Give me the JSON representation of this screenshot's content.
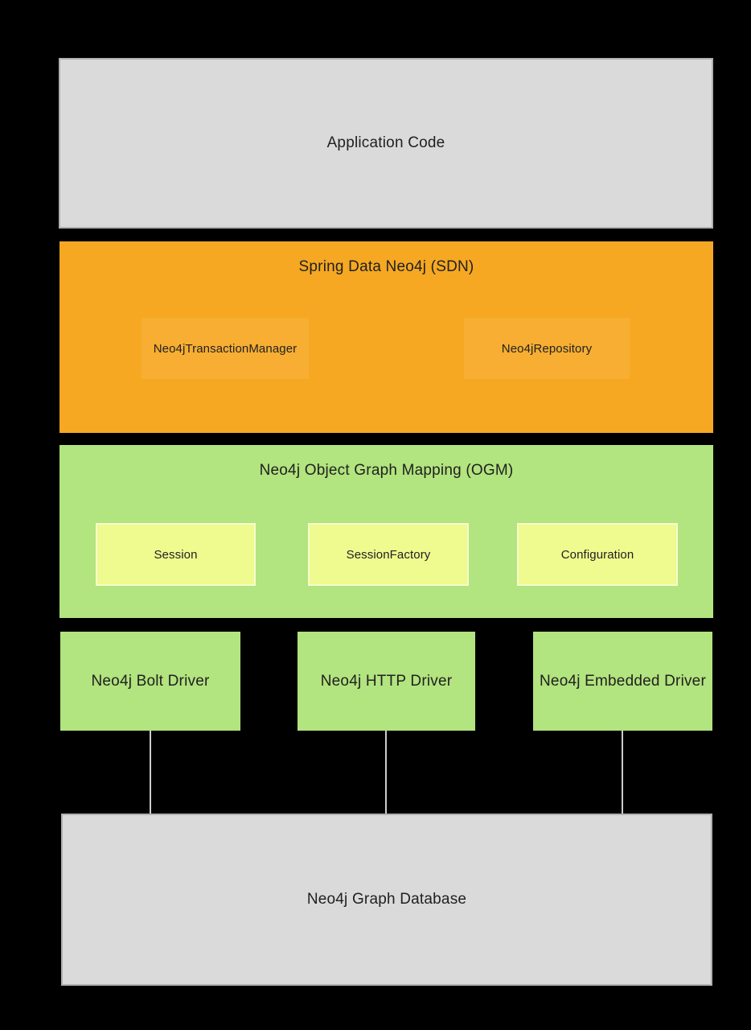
{
  "diagram": {
    "application_layer": {
      "label": "Application Code"
    },
    "sdn_layer": {
      "title": "Spring Data Neo4j (SDN)",
      "components": [
        {
          "label": "Neo4jTransactionManager"
        },
        {
          "label": "Neo4jRepository"
        }
      ]
    },
    "ogm_layer": {
      "title": "Neo4j Object Graph Mapping (OGM)",
      "components": [
        {
          "label": "Session"
        },
        {
          "label": "SessionFactory"
        },
        {
          "label": "Configuration"
        }
      ]
    },
    "driver_layer": {
      "drivers": [
        {
          "label": "Neo4j Bolt Driver"
        },
        {
          "label": "Neo4j HTTP Driver"
        },
        {
          "label": "Neo4j Embedded Driver"
        }
      ]
    },
    "database_layer": {
      "label": "Neo4j Graph Database"
    },
    "colors": {
      "background": "#000000",
      "gray_fill": "#dadada",
      "gray_border": "#b0b0b0",
      "orange_fill": "#f6a822",
      "orange_inner_fill": "#f7ae33",
      "green_fill": "#b2e47f",
      "yellow_fill": "#effa8f",
      "connector": "#cccccc",
      "text": "#212121"
    }
  }
}
